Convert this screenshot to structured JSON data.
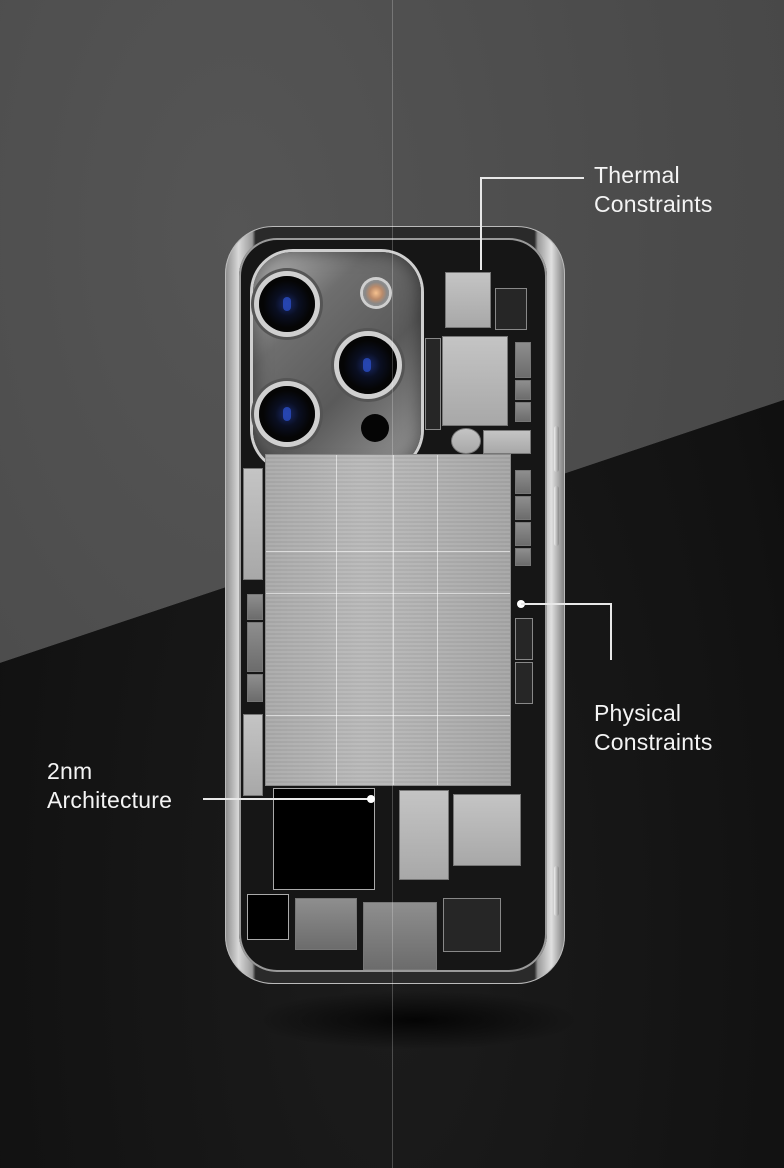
{
  "scene": {
    "subject": "smartphone internal exploded view",
    "colors": {
      "background_upper": "#4d4d4d",
      "background_lower": "#151515",
      "label_text": "#f4f4f4",
      "leader_line": "#e8e8e8",
      "frame_metal": "#c8c8c8"
    }
  },
  "annotations": [
    {
      "id": "thermal",
      "line1": "Thermal",
      "line2": "Constraints"
    },
    {
      "id": "physical",
      "line1": "Physical",
      "line2": "Constraints"
    },
    {
      "id": "architecture",
      "line1": "2nm",
      "line2": "Architecture"
    }
  ]
}
